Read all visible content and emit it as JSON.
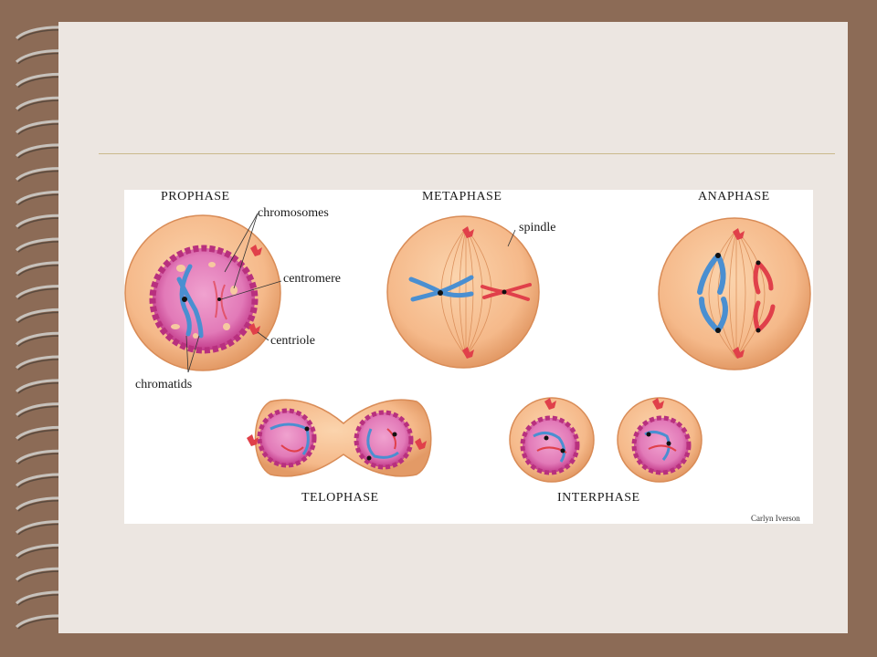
{
  "diagram": {
    "phases": {
      "prophase": "PROPHASE",
      "metaphase": "METAPHASE",
      "anaphase": "ANAPHASE",
      "telophase": "TELOPHASE",
      "interphase": "INTERPHASE"
    },
    "labels": {
      "chromosomes": "chromosomes",
      "centromere": "centromere",
      "centriole": "centriole",
      "chromatids": "chromatids",
      "spindle": "spindle"
    },
    "credit": "Carlyn Iverson"
  },
  "colors": {
    "frame": "#8c6b56",
    "paper": "#ece6e1",
    "cell": "#f5b98a",
    "nucleus": "#d64a9a",
    "chromosome_blue": "#4a8fd1",
    "chromosome_red": "#e0404a"
  }
}
